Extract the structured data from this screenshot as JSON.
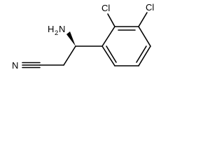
{
  "molecule": {
    "labels": {
      "amine": "H2N",
      "amine_h": "H",
      "amine_sub": "2",
      "amine_n": "N",
      "chloro_1": "Cl",
      "chloro_2": "Cl",
      "nitrile_n": "N"
    },
    "colors": {
      "bond": "#000000",
      "text": "#000000",
      "background": "#ffffff"
    }
  }
}
